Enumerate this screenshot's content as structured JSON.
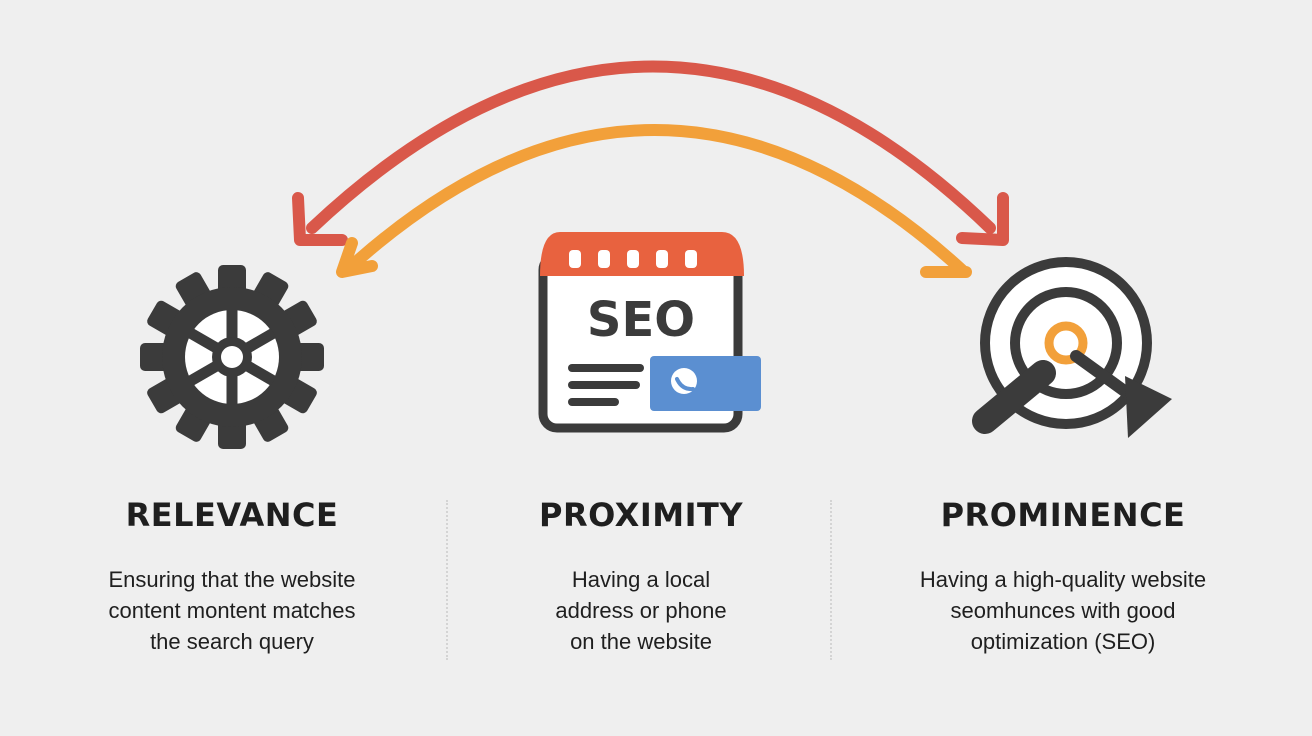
{
  "colors": {
    "background": "#efefef",
    "dark": "#3b3b3b",
    "red_arrow": "#d9584a",
    "orange_arrow": "#f2a03a",
    "awning": "#e8623f",
    "search_badge": "#5b8fd1",
    "target_center": "#f2a03a"
  },
  "icons": {
    "relevance": "gear-icon",
    "proximity": "seo-storefront-icon",
    "prominence": "target-cursor-icon",
    "arrow_outer": "curved-arrow-right-icon",
    "arrow_inner": "curved-arrow-left-icon"
  },
  "storefront": {
    "sign": "SEO"
  },
  "columns": [
    {
      "title": "RELEVANCE",
      "lines": [
        "Ensuring that the website",
        "content montent matches",
        "the search query"
      ]
    },
    {
      "title": "PROXIMITY",
      "lines": [
        "Having a local",
        "address or phone",
        "on the website"
      ]
    },
    {
      "title": "PROMINENCE",
      "lines": [
        "Having a high-quality website",
        "seomhunces with good",
        "optimization (SEO)"
      ]
    }
  ]
}
